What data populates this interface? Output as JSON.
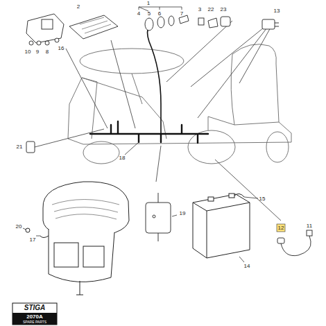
{
  "diagram": {
    "labels": [
      "1",
      "4",
      "5",
      "6",
      "7",
      "2",
      "3",
      "22",
      "23",
      "13",
      "16",
      "10",
      "9",
      "8",
      "21",
      "18",
      "12",
      "11",
      "20",
      "17",
      "19",
      "15",
      "14",
      "STIGA",
      "2070A",
      "SPARE PARTS"
    ]
  }
}
